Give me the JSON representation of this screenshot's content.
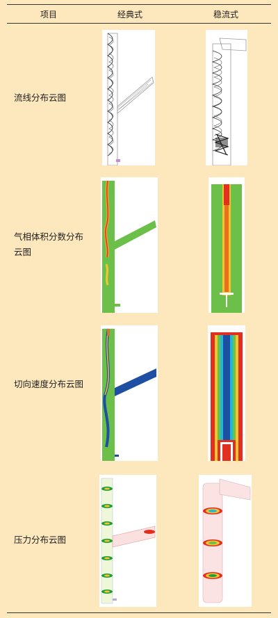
{
  "header": {
    "col1": "项目",
    "col2": "经典式",
    "col3": "稳流式"
  },
  "rows": [
    {
      "label": "流线分布云图"
    },
    {
      "label": "气相体积分数分布云图"
    },
    {
      "label": "切向速度分布云图"
    },
    {
      "label": "压力分布云图"
    }
  ],
  "colors": {
    "page_bg": "#fde7bd",
    "cfd_green": "#6cc04a",
    "cfd_blue": "#1f4fa3",
    "cfd_red": "#e23020",
    "cfd_yellow": "#f3c531"
  }
}
